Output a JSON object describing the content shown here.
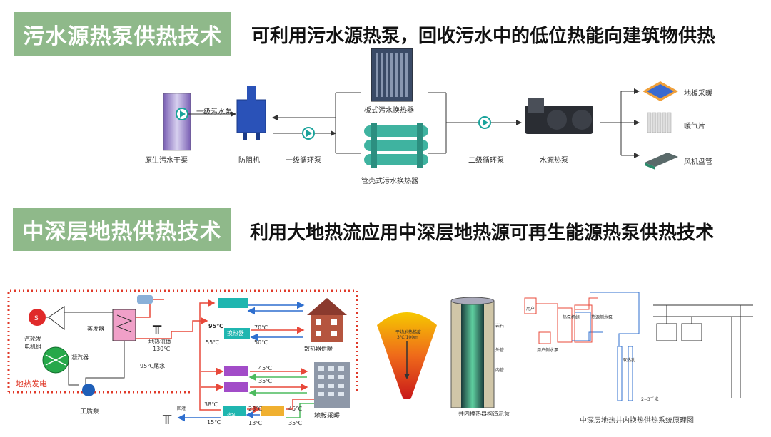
{
  "section1": {
    "banner": "污水源热泵供热技术",
    "headline": "可利用污水源热泵，回收污水中的低位热能向建筑物供热",
    "labels": {
      "sewage_channel": "原生污水干渠",
      "pump1": "一级污水泵",
      "anti_block": "防阻机",
      "loop1": "一级循环泵",
      "plate_hx": "板式污水换热器",
      "shell_hx": "管壳式污水换热器",
      "loop2": "二级循环泵",
      "heat_pump": "水源热泵",
      "floor_heating": "地板采暖",
      "radiator": "暖气片",
      "fan_coil": "风机盘管"
    }
  },
  "section2": {
    "banner": "中深层地热供热技术",
    "headline": "利用大地热流应用中深层地热源可再生能源热泵供热技术",
    "left_diagram": {
      "steam_gen": "汽轮发电机组",
      "evaporator": "蒸发器",
      "condenser": "凝汽器",
      "geo_power": "地热发电",
      "working_pump": "工质泵",
      "geo_fluid": "地热流体",
      "geo_fluid_temp": "130℃",
      "tail_water": "95℃尾水",
      "hx": "换热器",
      "t95": "95℃",
      "t70": "70℃",
      "t55": "55℃",
      "t50": "50℃",
      "radiator_heating": "散热器供暖",
      "t45a": "45℃",
      "t35a": "35℃",
      "t38": "38℃",
      "t23": "23℃",
      "t45b": "45℃",
      "t15": "15℃",
      "t13": "13℃",
      "t35b": "35℃",
      "floor_heating": "地板采暖",
      "reinjection": "回灌",
      "hp_label": "热泵"
    },
    "middle_diagram": {
      "gradient": "平均地热梯度",
      "gradient_val": "3℃/100m",
      "caption": "井内换热器构造示意",
      "rock": "岩石",
      "outer": "外管",
      "inner": "内管"
    },
    "right_diagram": {
      "caption": "中深层地热井内换热供热系统原理图",
      "user": "用户",
      "user_pump": "用户侧水泵",
      "heat_pump": "热泵机组",
      "source_pump": "热源侧水泵",
      "well": "取热孔",
      "depth": "2~3千米"
    }
  },
  "colors": {
    "banner": "#8fb98a",
    "red_dotted": "#e03a2a",
    "hot": "#e8483a",
    "cool": "#2f6fcf",
    "green": "#4cbb5e"
  }
}
